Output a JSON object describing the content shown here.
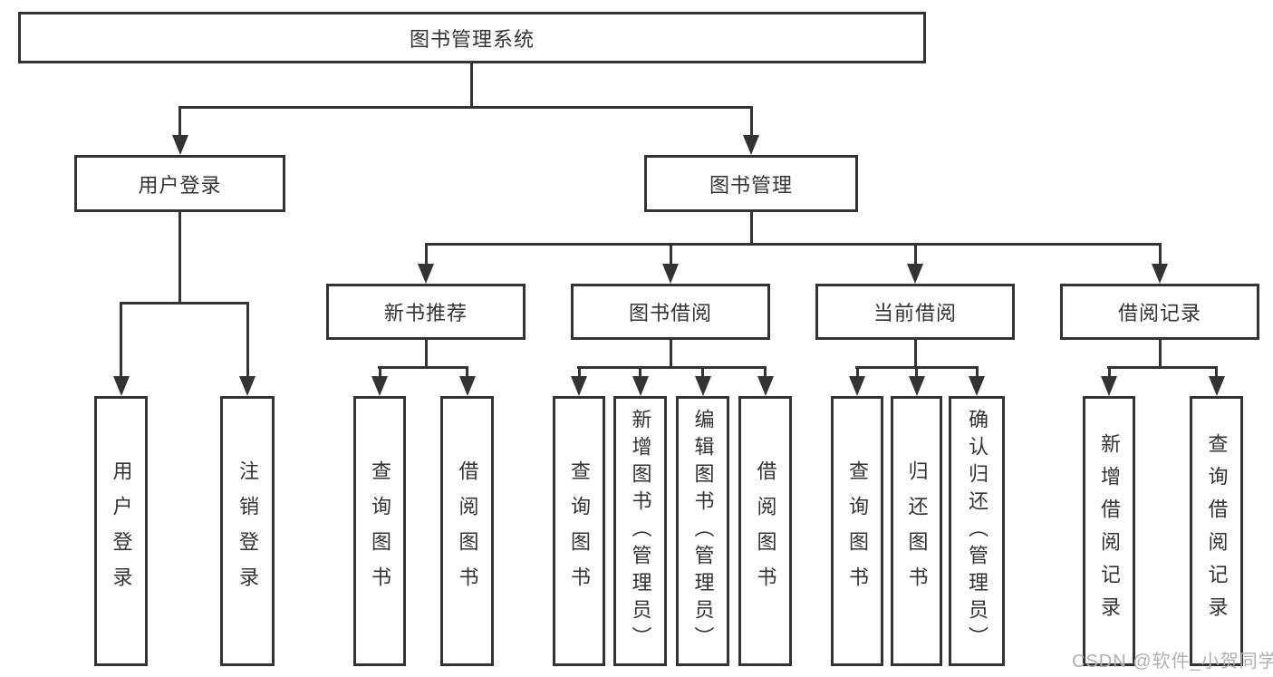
{
  "tree": {
    "root": "图书管理系统",
    "branches": [
      {
        "label": "用户登录",
        "children": [
          "用户登录",
          "注销登录"
        ]
      },
      {
        "label": "图书管理",
        "children": [
          {
            "label": "新书推荐",
            "children": [
              "查询图书",
              "借阅图书"
            ]
          },
          {
            "label": "图书借阅",
            "children": [
              "查询图书",
              "新增图书（管理员）",
              "编辑图书（管理员）",
              "借阅图书"
            ]
          },
          {
            "label": "当前借阅",
            "children": [
              "查询图书",
              "归还图书",
              "确认归还（管理员）"
            ]
          },
          {
            "label": "借阅记录",
            "children": [
              "新增借阅记录",
              "查询借阅记录"
            ]
          }
        ]
      }
    ]
  },
  "watermark": "CSDN @软件_小贺同学",
  "colors": {
    "line": "#333333",
    "text": "#333333",
    "watermark": "#b0b0b0",
    "bg": "#ffffff"
  }
}
